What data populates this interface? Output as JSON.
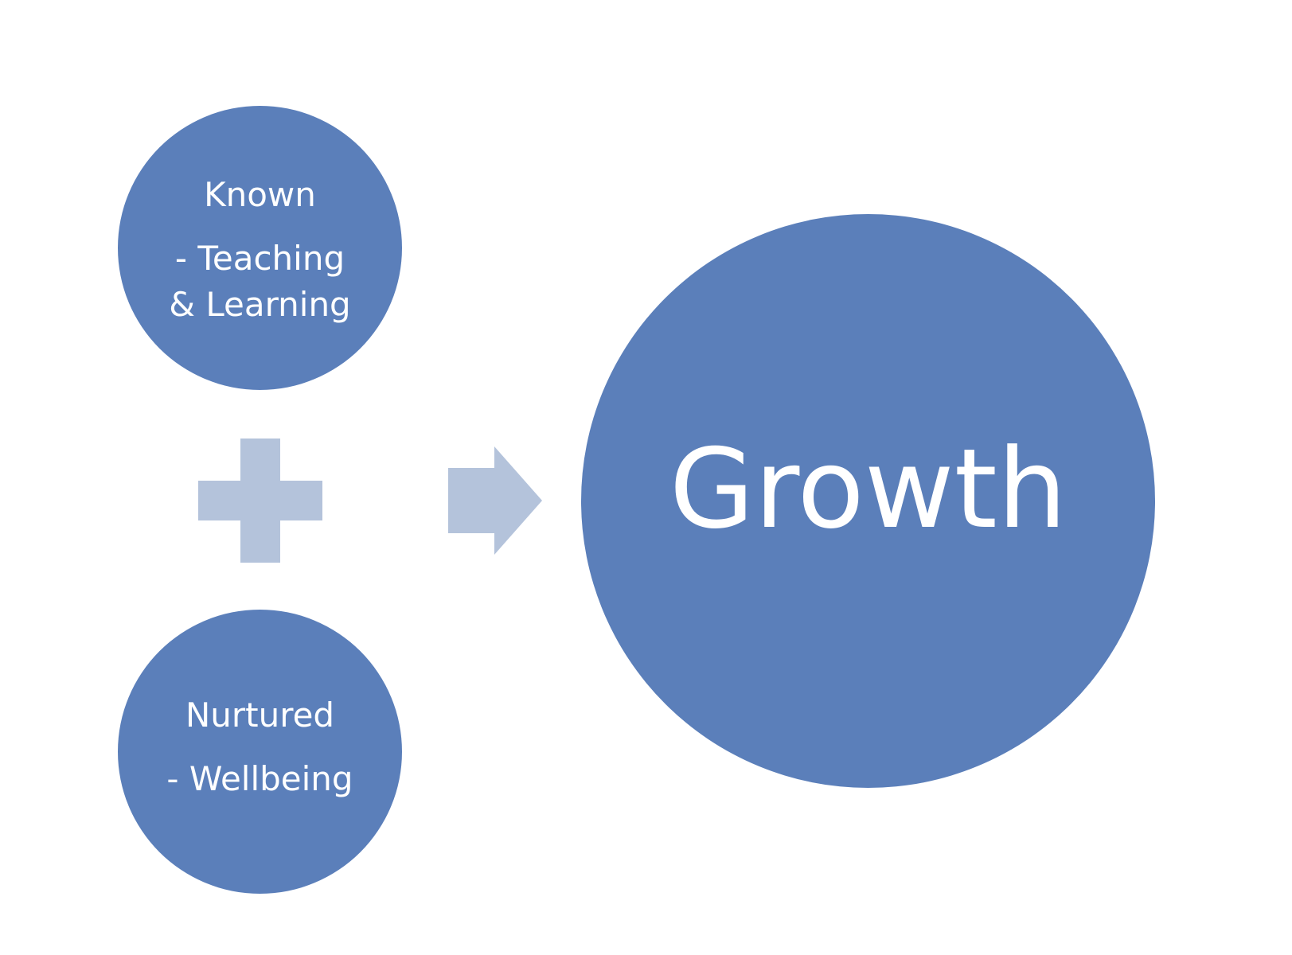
{
  "colors": {
    "circle_fill": "#5b7fba",
    "connector_fill": "#b4c3db",
    "text": "#ffffff",
    "background": "#ffffff"
  },
  "known": {
    "title": "Known",
    "subtitle_line1": "- Teaching",
    "subtitle_line2": "& Learning"
  },
  "nurtured": {
    "title": "Nurtured",
    "subtitle": "- Wellbeing"
  },
  "plus_icon": "plus-icon",
  "arrow_icon": "arrow-right-icon",
  "growth": {
    "title": "Growth"
  }
}
